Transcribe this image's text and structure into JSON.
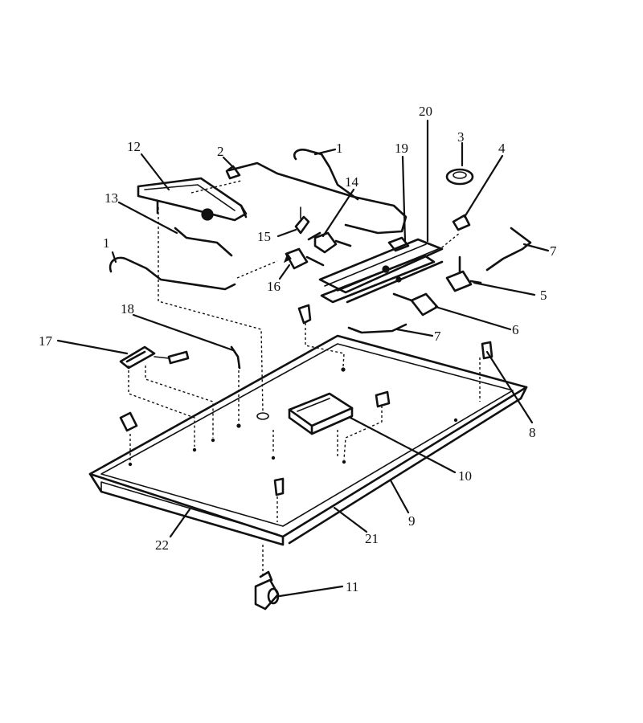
{
  "callouts": [
    {
      "id": "c12a",
      "label": "12"
    },
    {
      "id": "c2",
      "label": "2"
    },
    {
      "id": "c1a",
      "label": "1"
    },
    {
      "id": "c20",
      "label": "20"
    },
    {
      "id": "c19",
      "label": "19"
    },
    {
      "id": "c3",
      "label": "3"
    },
    {
      "id": "c4",
      "label": "4"
    },
    {
      "id": "c14",
      "label": "14"
    },
    {
      "id": "c13",
      "label": "13"
    },
    {
      "id": "c15",
      "label": "15"
    },
    {
      "id": "c7a",
      "label": "7"
    },
    {
      "id": "c1b",
      "label": "1"
    },
    {
      "id": "c16",
      "label": "16"
    },
    {
      "id": "c5",
      "label": "5"
    },
    {
      "id": "c18",
      "label": "18"
    },
    {
      "id": "c6",
      "label": "6"
    },
    {
      "id": "c7b",
      "label": "7"
    },
    {
      "id": "c17",
      "label": "17"
    },
    {
      "id": "c8",
      "label": "8"
    },
    {
      "id": "c10",
      "label": "10"
    },
    {
      "id": "c9",
      "label": "9"
    },
    {
      "id": "c22",
      "label": "22"
    },
    {
      "id": "c21",
      "label": "21"
    },
    {
      "id": "c11",
      "label": "11"
    }
  ]
}
